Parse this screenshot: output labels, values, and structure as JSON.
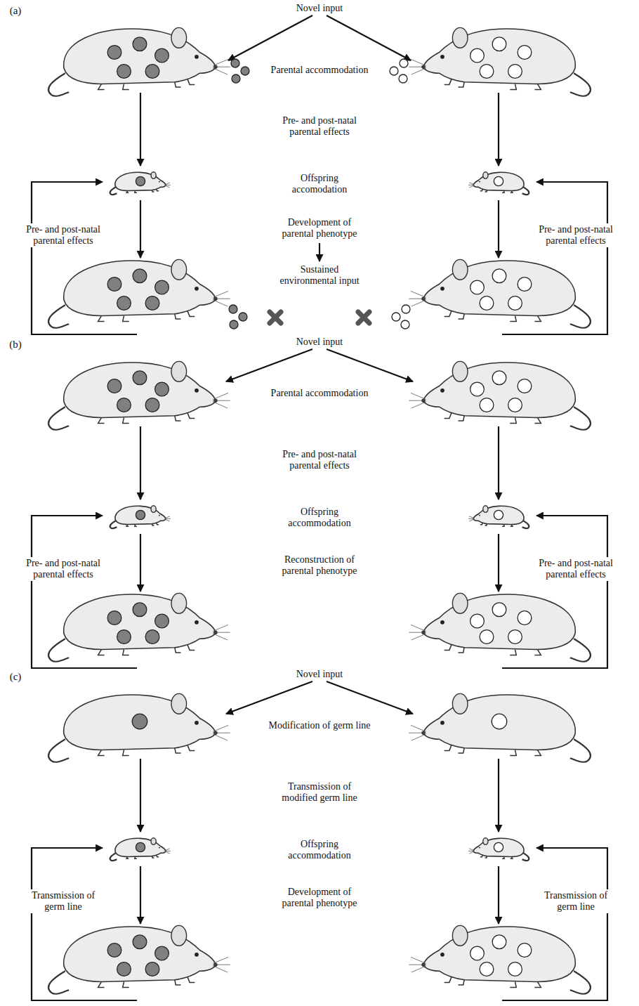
{
  "diagram": {
    "labels": [
      "(a)",
      "Novel input",
      "Parental accommodation",
      "Pre- and post-natal parental effects",
      "Offspring accomodation",
      "Pre- and post-natal parental effects",
      "Pre- and post-natal parental effects",
      "Development of parental phenotype",
      "Sustained environmental input",
      "(b)",
      "Novel input",
      "Parental accommodation",
      "Pre- and post-natal parental effects",
      "Offspring accommodation",
      "Pre- and post-natal parental effects",
      "Pre- and post-natal parental effects",
      "Reconstruction of parental phenotype",
      "(c)",
      "Novel input",
      "Modification of germ line",
      "Transmission of modified germ line",
      "Offspring accommodation",
      "Transmission of germ line",
      "Transmission of germ line",
      "Development of parental phenotype"
    ]
  }
}
